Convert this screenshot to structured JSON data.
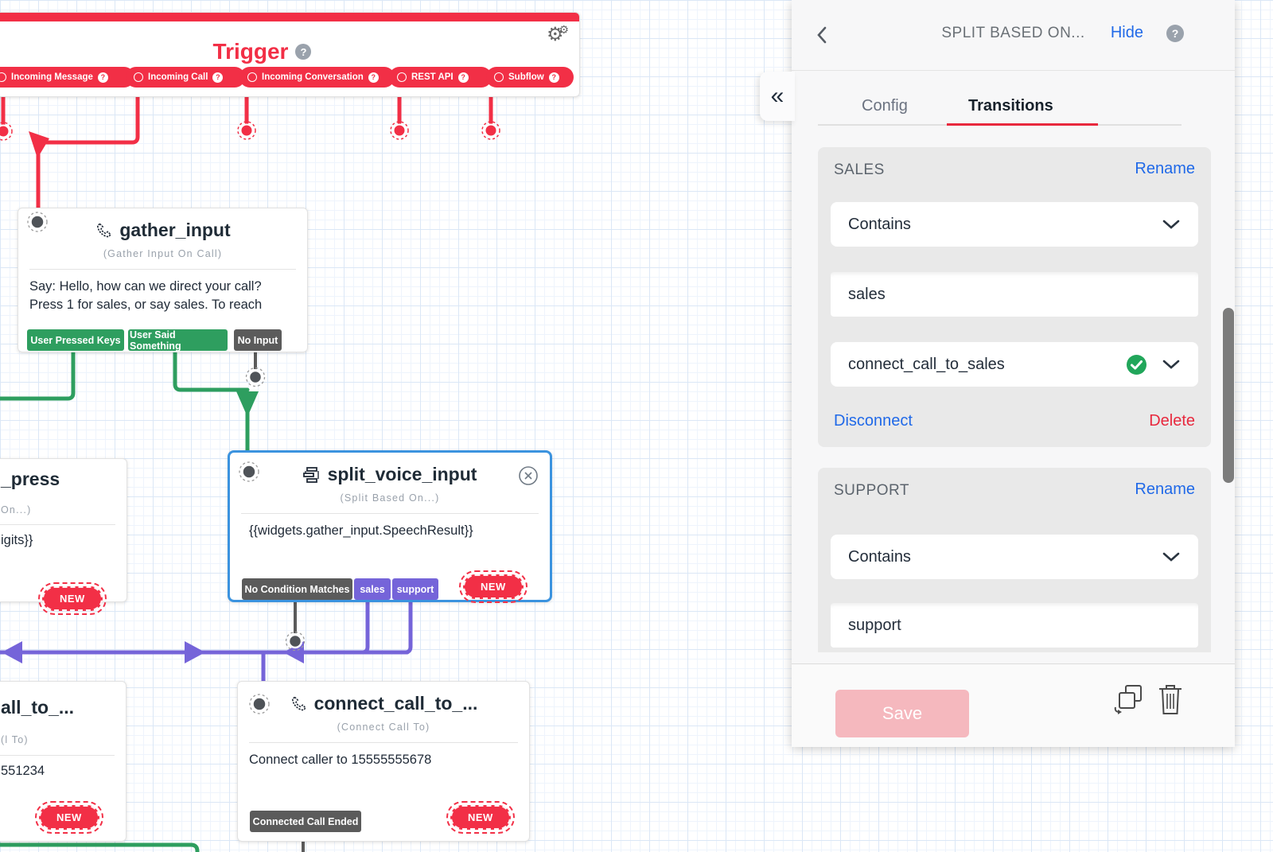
{
  "colors": {
    "red": "#f22f46",
    "green": "#2e9e5f",
    "purple": "#7564d9",
    "gray_button": "#5b5b5b",
    "selection_blue": "#3b93df",
    "link_blue": "#2069e8",
    "delete_red": "#e8283d",
    "save_disabled": "#f5b8be"
  },
  "labels": {
    "new": "NEW"
  },
  "icons": {
    "question": "?",
    "collapse": "«",
    "gear_large": "⚙",
    "gear_small": "⚙"
  },
  "canvas": {
    "trigger": {
      "title": "Trigger",
      "pills": [
        {
          "label": "Incoming Message"
        },
        {
          "label": "Incoming Call"
        },
        {
          "label": "Incoming Conversation"
        },
        {
          "label": "REST API"
        },
        {
          "label": "Subflow"
        }
      ]
    },
    "widgets": {
      "gather": {
        "title": "gather_input",
        "subtitle": "(Gather Input On Call)",
        "body_line1": "Say: Hello, how can we direct your call?",
        "body_line2": "Press 1 for sales, or say sales. To reach",
        "buttons": [
          "User Pressed Keys",
          "User Said Something",
          "No Input"
        ]
      },
      "split": {
        "title": "split_voice_input",
        "subtitle": "(Split Based On...)",
        "body": "{{widgets.gather_input.SpeechResult}}",
        "buttons": [
          "No Condition Matches",
          "sales",
          "support"
        ]
      },
      "connect": {
        "title": "connect_call_to_...",
        "subtitle": "(Connect Call To)",
        "body": "Connect caller to 15555555678",
        "buttons": [
          "Connected Call Ended"
        ]
      },
      "partial_top_left": {
        "title": "_press",
        "subtitle": "On...)",
        "body": "igits}}"
      },
      "partial_bottom_left": {
        "title": "all_to_...",
        "subtitle": "(l To)",
        "body": "551234"
      }
    }
  },
  "panel": {
    "title": "SPLIT BASED ON...",
    "hide": "Hide",
    "tabs": {
      "config": "Config",
      "transitions": "Transitions"
    },
    "sales": {
      "name": "SALES",
      "rename": "Rename",
      "operator": "Contains",
      "value": "sales",
      "transition_to": "connect_call_to_sales",
      "disconnect": "Disconnect",
      "delete": "Delete"
    },
    "support": {
      "name": "SUPPORT",
      "rename": "Rename",
      "operator": "Contains",
      "value": "support"
    },
    "footer": {
      "save": "Save"
    }
  }
}
